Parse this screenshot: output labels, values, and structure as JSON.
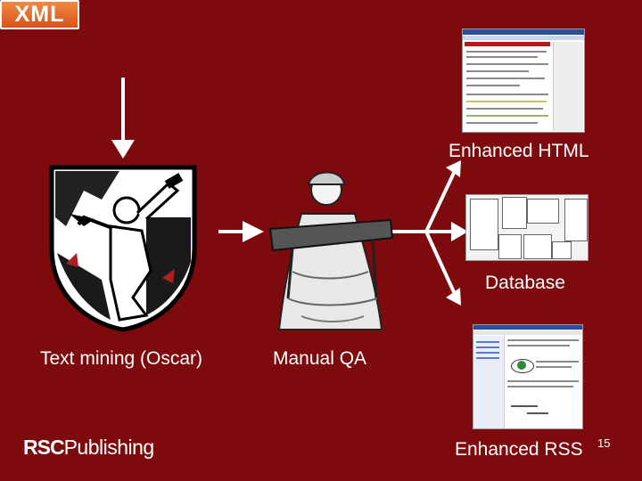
{
  "badge": {
    "text": "XML"
  },
  "labels": {
    "enhanced_html": "Enhanced HTML",
    "database": "Database",
    "text_mining": "Text mining (Oscar)",
    "manual_qa": "Manual QA",
    "enhanced_rss": "Enhanced RSS"
  },
  "logo": {
    "rsc": "RSC",
    "publishing": "Publishing"
  },
  "page_number": "15",
  "colors": {
    "background": "#7d0a0c",
    "badge": "#e5692c",
    "arrow": "#ffffff"
  }
}
